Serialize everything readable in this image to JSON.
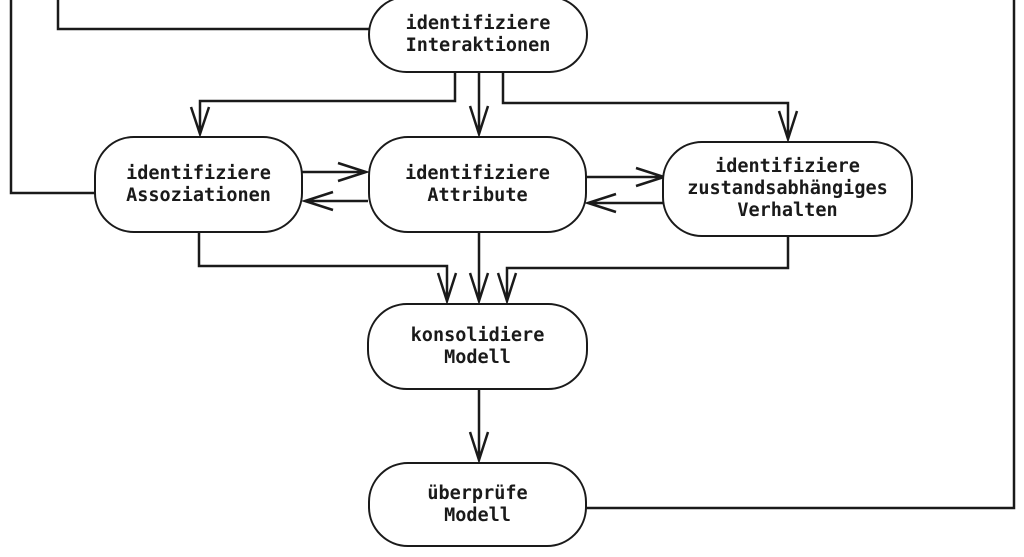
{
  "diagram": {
    "type": "flowchart",
    "language": "de",
    "background_color": "#ffffff",
    "node_fill_color": "#ffffff",
    "line_color": "#1a1a1a",
    "nodes": {
      "interaktionen": {
        "label": "identifiziere\nInteraktionen"
      },
      "assoziationen": {
        "label": "identifiziere\nAssoziationen"
      },
      "attribute": {
        "label": "identifiziere\nAttribute"
      },
      "verhalten": {
        "label": "identifiziere\nzustandsabhängiges\nVerhalten"
      },
      "konsolidiere": {
        "label": "konsolidiere\nModell"
      },
      "ueberpruefe": {
        "label": "überprüfe\nModell"
      }
    },
    "edges": [
      {
        "from": "offscreen-top",
        "to": "interaktionen",
        "arrow": false
      },
      {
        "from": "offscreen-top",
        "to": "assoziationen",
        "arrow": false
      },
      {
        "from": "interaktionen",
        "to": "assoziationen",
        "arrow": true
      },
      {
        "from": "interaktionen",
        "to": "attribute",
        "arrow": true
      },
      {
        "from": "interaktionen",
        "to": "verhalten",
        "arrow": true
      },
      {
        "from": "assoziationen",
        "to": "attribute",
        "arrow": true
      },
      {
        "from": "attribute",
        "to": "assoziationen",
        "arrow": true
      },
      {
        "from": "attribute",
        "to": "verhalten",
        "arrow": true
      },
      {
        "from": "verhalten",
        "to": "attribute",
        "arrow": true
      },
      {
        "from": "assoziationen",
        "to": "konsolidiere",
        "arrow": true
      },
      {
        "from": "attribute",
        "to": "konsolidiere",
        "arrow": true
      },
      {
        "from": "verhalten",
        "to": "konsolidiere",
        "arrow": true
      },
      {
        "from": "konsolidiere",
        "to": "ueberpruefe",
        "arrow": true
      },
      {
        "from": "ueberpruefe",
        "to": "offscreen-top-right",
        "arrow": false
      }
    ]
  }
}
